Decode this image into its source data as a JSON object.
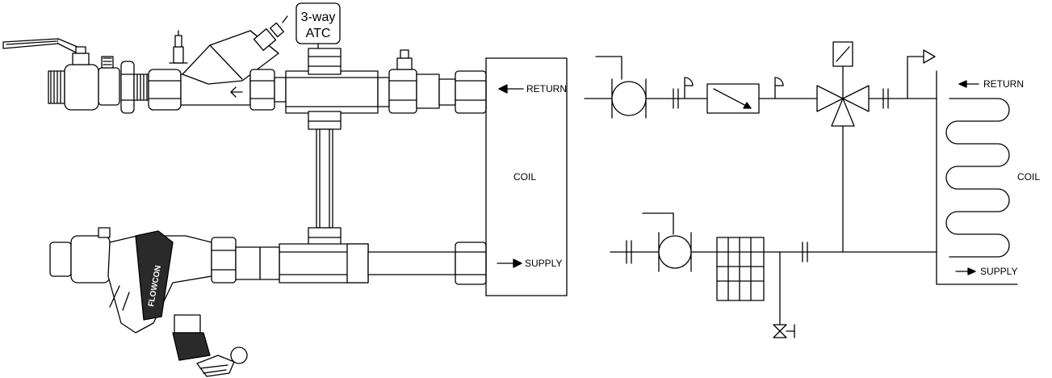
{
  "left_schematic": {
    "atc_label_line1": "3-way",
    "atc_label_line2": "ATC",
    "return_label": "RETURN",
    "supply_label": "SUPPLY",
    "coil_label": "COIL",
    "valve_brand": "FLOWCON"
  },
  "right_schematic": {
    "return_label": "RETURN",
    "supply_label": "SUPPLY",
    "coil_label": "COIL"
  }
}
